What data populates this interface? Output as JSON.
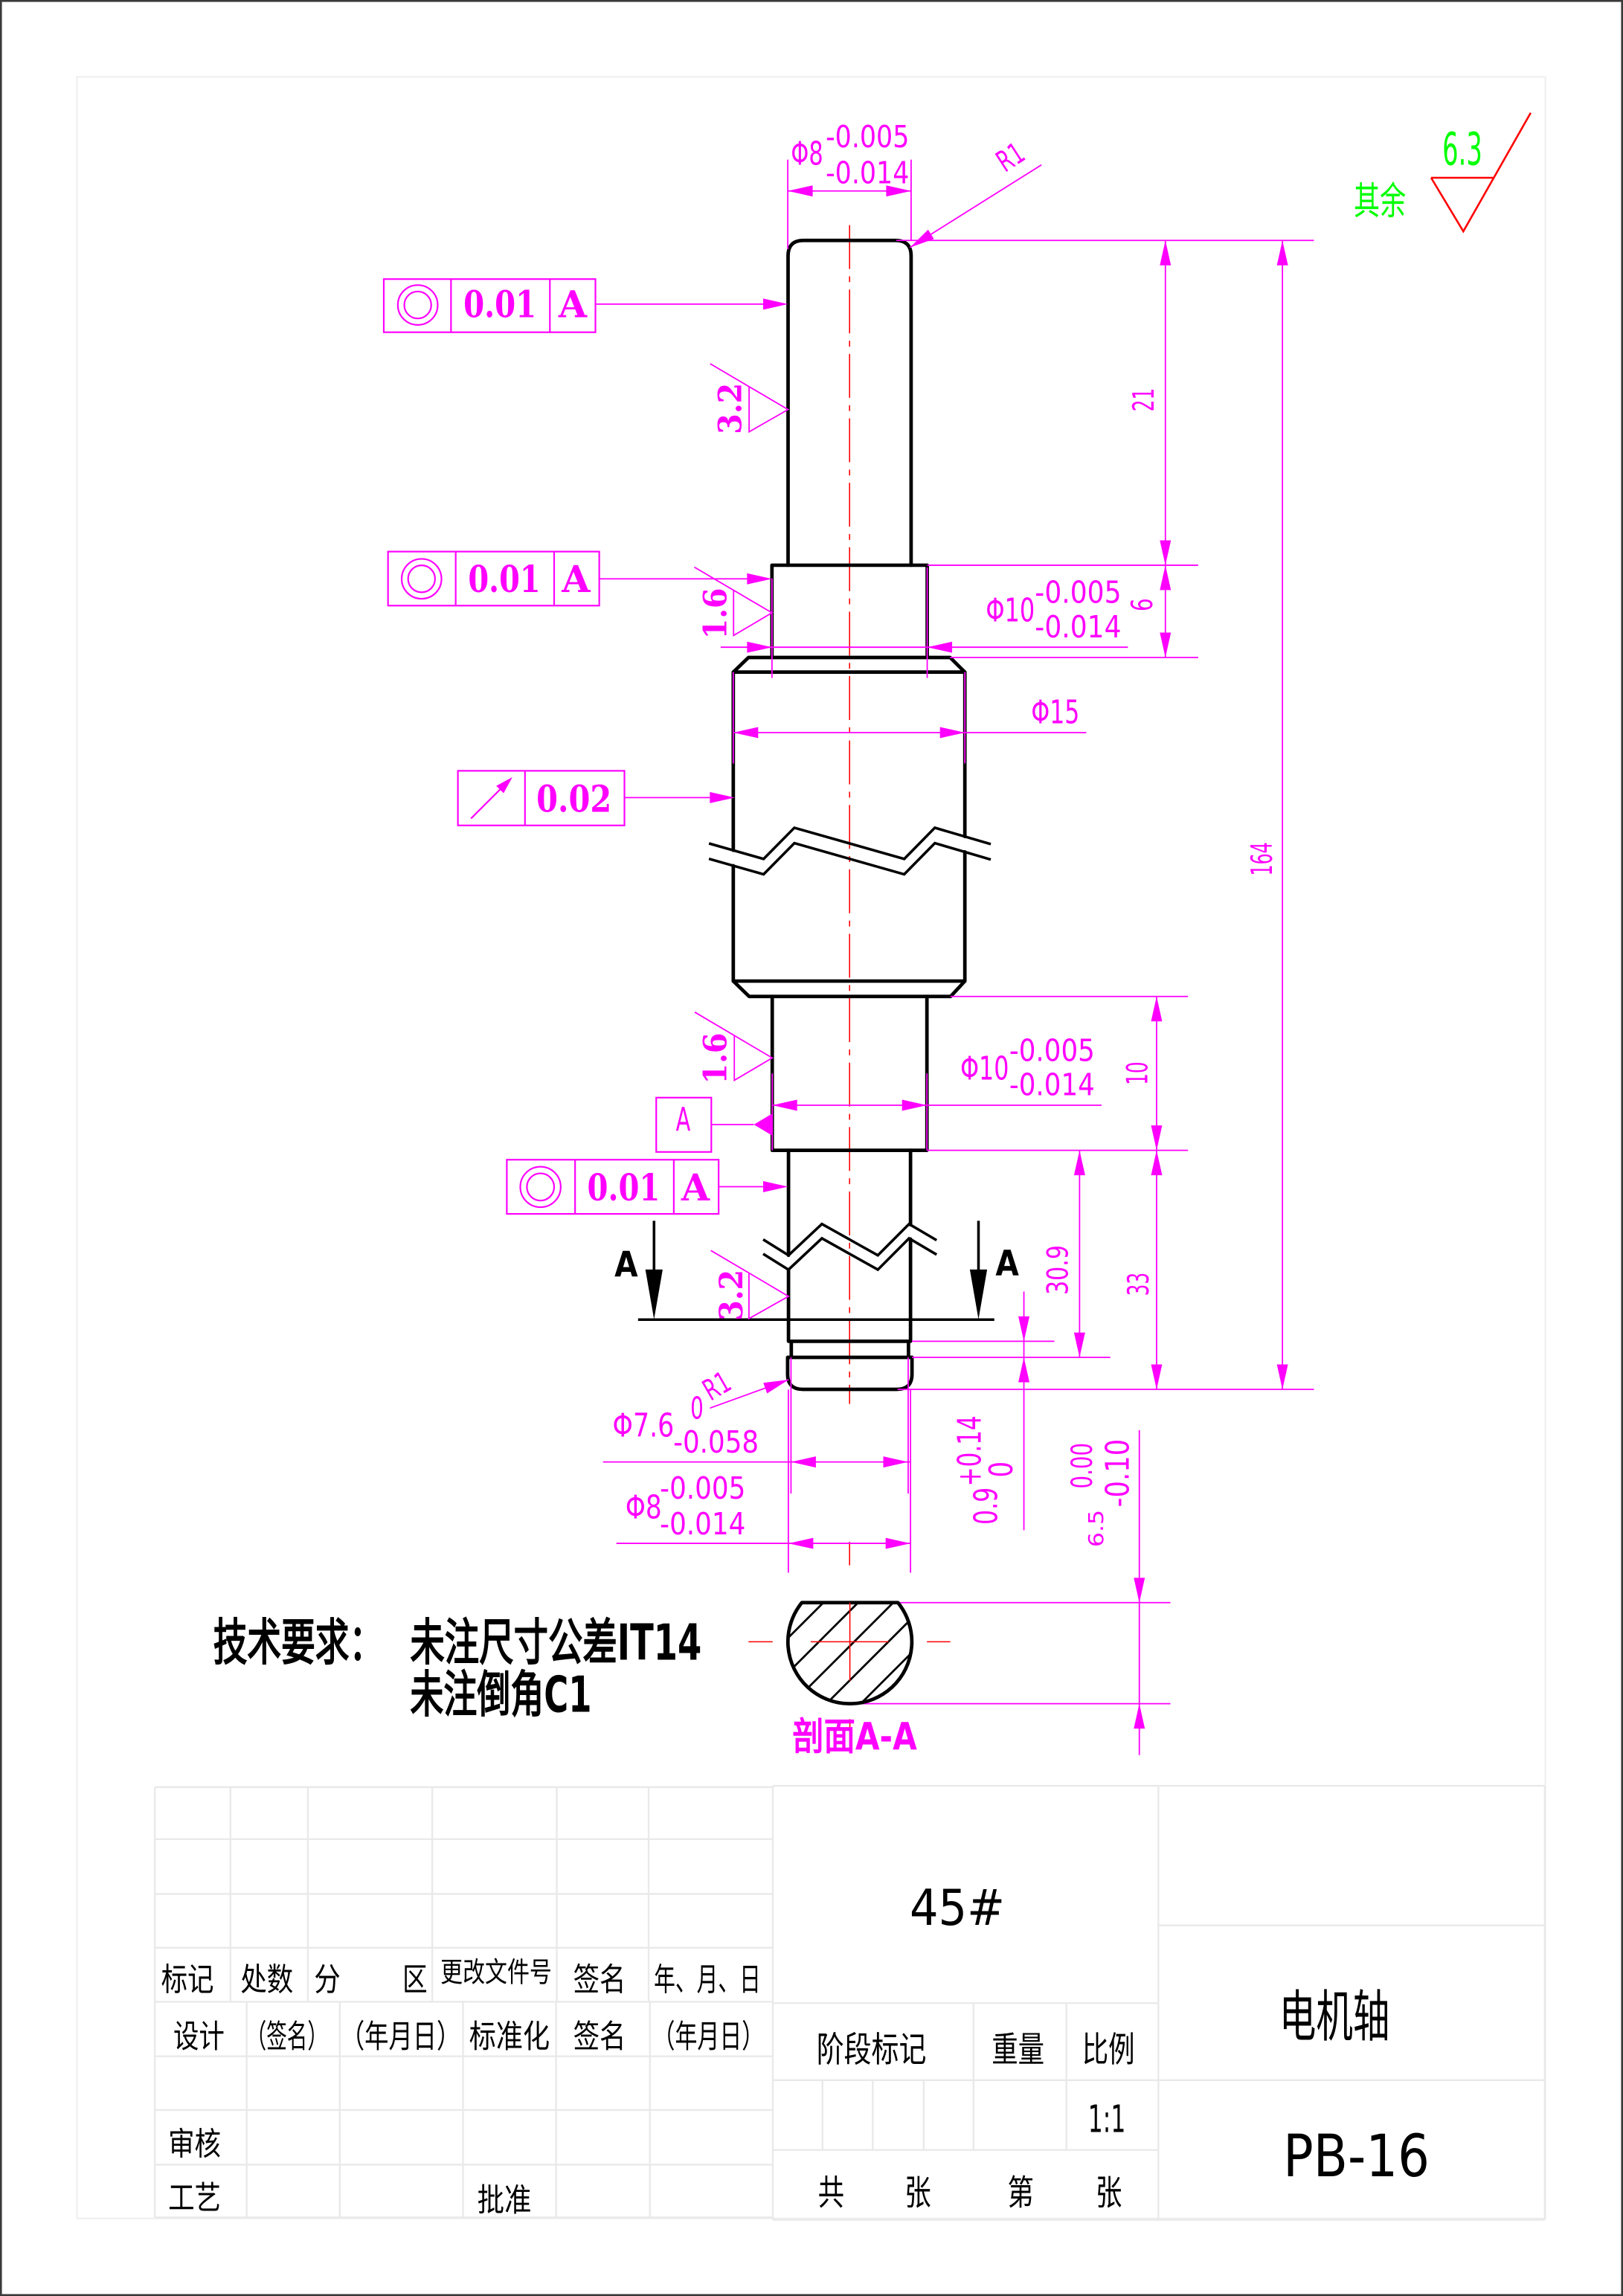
{
  "drawing": {
    "part_name": "电机轴",
    "drawing_number": "PB-16",
    "material": "45#",
    "scale": "1:1"
  },
  "surface_finish": {
    "default_label": "其余",
    "default_value": "6.3",
    "upper_journal": "3.2",
    "upper_bearing_seat": "1.6",
    "lower_bearing_seat": "1.6",
    "lower_journal": "3.2"
  },
  "dimensions": {
    "top_diameter": {
      "nominal": "Φ8",
      "upper": "-0.005",
      "lower": "-0.014"
    },
    "top_radius": "R1",
    "top_journal_length": "21",
    "upper_seat_length": "6",
    "upper_seat_diameter": {
      "nominal": "Φ10",
      "upper": "-0.005",
      "lower": "-0.014"
    },
    "collar_diameter": "Φ15",
    "overall_length": "164",
    "lower_seat_length": "10",
    "lower_seat_diameter": {
      "nominal": "Φ10",
      "upper": "-0.005",
      "lower": "-0.014"
    },
    "lower_end_length": "33",
    "groove_position": "30.9",
    "groove_diameter": {
      "nominal": "Φ7.6",
      "upper": "0",
      "lower": "-0.058"
    },
    "bottom_radius": "R1",
    "bottom_diameter": {
      "nominal": "Φ8",
      "upper": "-0.005",
      "lower": "-0.014"
    },
    "groove_width": {
      "nominal": "0.9",
      "upper": "+0.14",
      "lower": "0"
    },
    "flat_depth": {
      "nominal": "6.5",
      "upper": "0.00",
      "lower": "-0.10"
    }
  },
  "gdt": {
    "frames": [
      {
        "symbol": "concentricity",
        "tolerance": "0.01",
        "datum": "A"
      },
      {
        "symbol": "concentricity",
        "tolerance": "0.01",
        "datum": "A"
      },
      {
        "symbol": "circular-runout",
        "tolerance": "0.02"
      },
      {
        "symbol": "concentricity",
        "tolerance": "0.01",
        "datum": "A"
      }
    ],
    "datum_feature": "A"
  },
  "section": {
    "cut_mark_left": "A",
    "cut_mark_right": "A",
    "view_title": "剖面A-A"
  },
  "notes": {
    "heading": "技术要求：",
    "lines": [
      "未注尺寸公差IT14",
      "未注倒角C1"
    ]
  },
  "title_block": {
    "revision_header": [
      "标记",
      "处数",
      "分",
      "区",
      "更改文件号",
      "签名",
      "年、月、日"
    ],
    "signature_row": [
      "设计",
      "（签名）",
      "（年月日）",
      "标准化",
      "签名",
      "（年月日）"
    ],
    "review": "审核",
    "process": "工艺",
    "approve": "批准",
    "stage_mark": "阶段标记",
    "weight": "重量",
    "scale_label": "比例",
    "sheets_total": [
      "共",
      "张"
    ],
    "sheet_no": [
      "第",
      "张"
    ]
  },
  "colors": {
    "dim": "#ff00ff",
    "center": "#ff0000",
    "note-green": "#00ff00",
    "finish-red": "#ff0000",
    "outline": "#000000"
  }
}
